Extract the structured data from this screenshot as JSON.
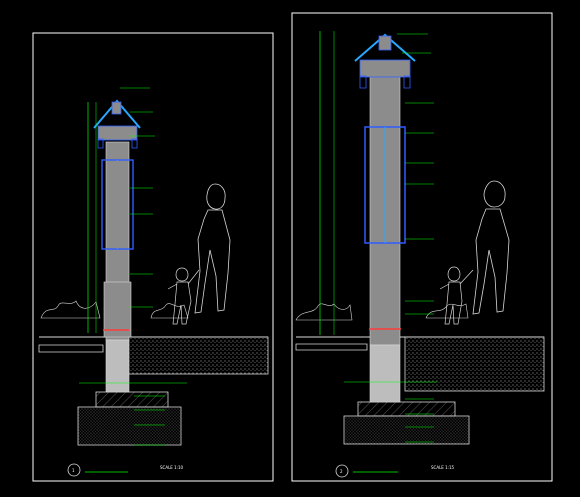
{
  "drawing": {
    "sheets": [
      {
        "id": "sheet-1",
        "label_number": "1",
        "title": "",
        "scale": "SCALE 1:10"
      },
      {
        "id": "sheet-2",
        "label_number": "2",
        "title": "",
        "scale": "SCALE 1:15"
      }
    ]
  },
  "colors": {
    "background": "#000000",
    "frame": "#ffffff",
    "line_white": "#d8d8d8",
    "line_green": "#00ff00",
    "line_yellow": "#ffff00",
    "line_cyan": "#27a8ff",
    "line_red": "#ff3b3b",
    "line_blue": "#2f5dff",
    "fill_gray": "#9a9a9a"
  }
}
